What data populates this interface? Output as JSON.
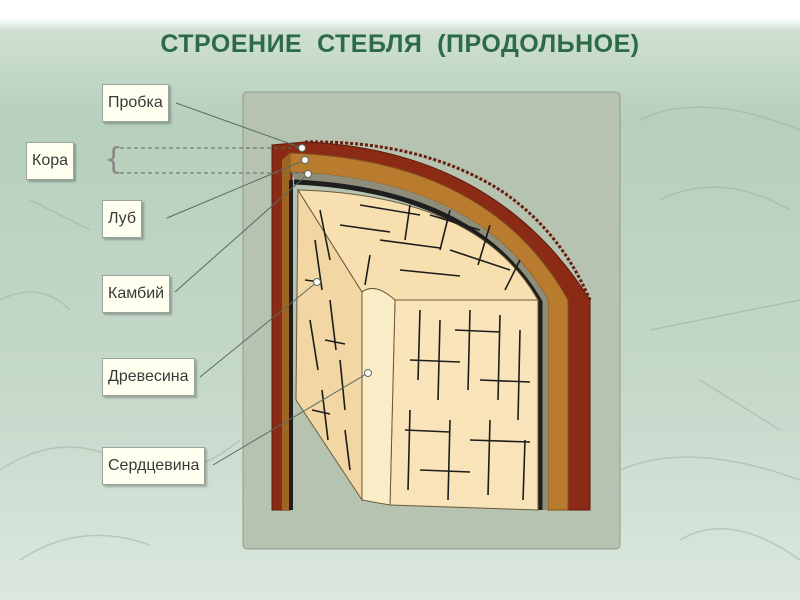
{
  "title": "СТРОЕНИЕ  СТЕБЛЯ  (ПРОДОЛЬНОЕ)",
  "labels": {
    "probka": "Пробка",
    "kora": "Кора",
    "lub": "Луб",
    "kambiy": "Камбий",
    "drevesina": "Древесина",
    "serdcevina": "Сердцевина"
  },
  "colors": {
    "title": "#2c6b45",
    "cork": "#8b2b16",
    "bast": "#b97c2e",
    "cambium": "#2a2a2a",
    "wood": "#f7dfb0",
    "pith": "#fbecc8",
    "panel": "#b5c3b0"
  }
}
